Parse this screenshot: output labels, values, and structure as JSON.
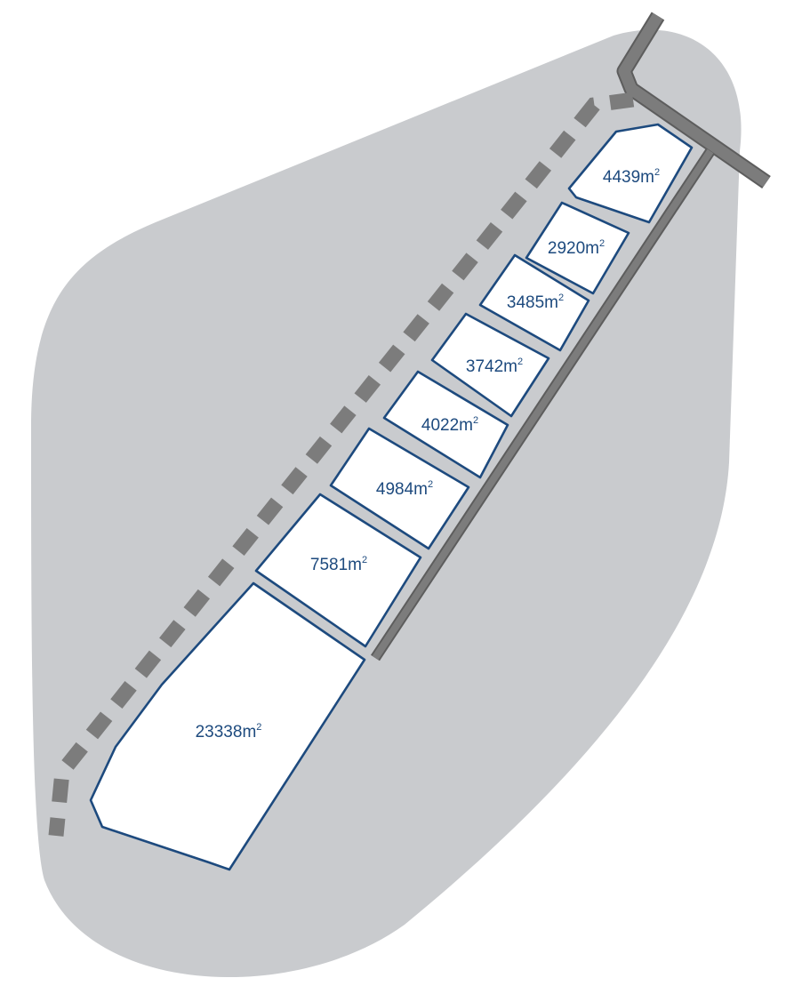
{
  "colors": {
    "background": "#ffffff",
    "site_area": "#c9cbce",
    "road": "#7c7c7c",
    "road_edge": "#5d5d5d",
    "boundary_dash": "#7c7c7c",
    "lot_fill": "#ffffff",
    "lot_outline": "#1d4a7e",
    "label_text": "#1d4a7e"
  },
  "unit_suffix": "m²",
  "lots": [
    {
      "id": "lot-1",
      "area": "4439"
    },
    {
      "id": "lot-2",
      "area": "2920"
    },
    {
      "id": "lot-3",
      "area": "3485"
    },
    {
      "id": "lot-4",
      "area": "3742"
    },
    {
      "id": "lot-5",
      "area": "4022"
    },
    {
      "id": "lot-6",
      "area": "4984"
    },
    {
      "id": "lot-7",
      "area": "7581"
    },
    {
      "id": "lot-8",
      "area": "23338"
    }
  ]
}
